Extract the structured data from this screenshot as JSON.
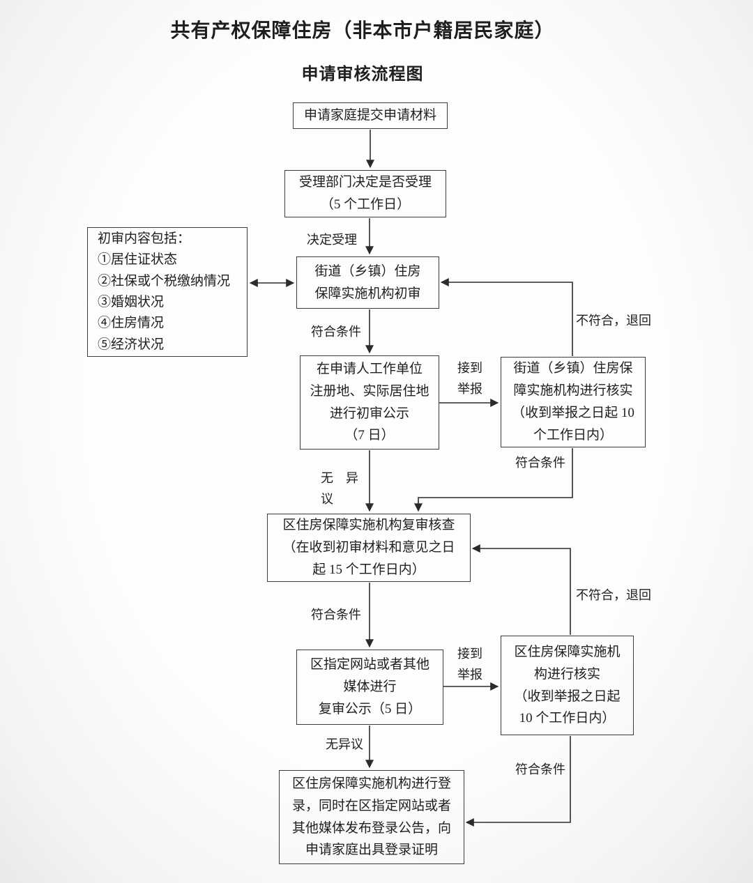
{
  "page": {
    "title_line1": "共有产权保障住房（非本市户籍居民家庭）",
    "title_line2": "申请审核流程图"
  },
  "boxes": {
    "submit": "申请家庭提交申请材料",
    "accept_decision": "受理部门决定是否受理\n（5 个工作日）",
    "review_content": "初审内容包括：\n①居住证状态\n②社保或个税缴纳情况\n③婚姻状况\n④住房情况\n⑤经济状况",
    "street_initial_review": "街道（乡镇）住房\n保障实施机构初审",
    "initial_publicity": "在申请人工作单位\n注册地、实际居住地\n进行初审公示\n（7 日）",
    "street_verification": "街道（乡镇）住房保\n障实施机构进行核实\n（收到举报之日起 10\n个工作日内）",
    "district_recheck": "区住房保障实施机构复审核查\n（在收到初审材料和意见之日\n起 15 个工作日内）",
    "district_verification": "区住房保障实施机\n构进行核实\n（收到举报之日起\n10 个工作日内）",
    "recheck_publicity": "区指定网站或者其他\n媒体进行\n复审公示（5 日）",
    "registration": "区住房保障实施机构进行登\n录，同时在区指定网站或者\n其他媒体发布登录公告，向\n申请家庭出具登录证明"
  },
  "labels": {
    "decide_accept": "决定受理",
    "meet_condition_1": "符合条件",
    "report_received_1": "接到\n举报",
    "not_meet_return_1": "不符合，退回",
    "meet_condition_2": "符合条件",
    "no_objection_1": "无　异\n议",
    "not_meet_return_2": "不符合，退回",
    "meet_condition_3": "符合条件",
    "report_received_2": "接到\n举报",
    "no_objection_2": "无异议",
    "meet_condition_4": "符合条件"
  }
}
